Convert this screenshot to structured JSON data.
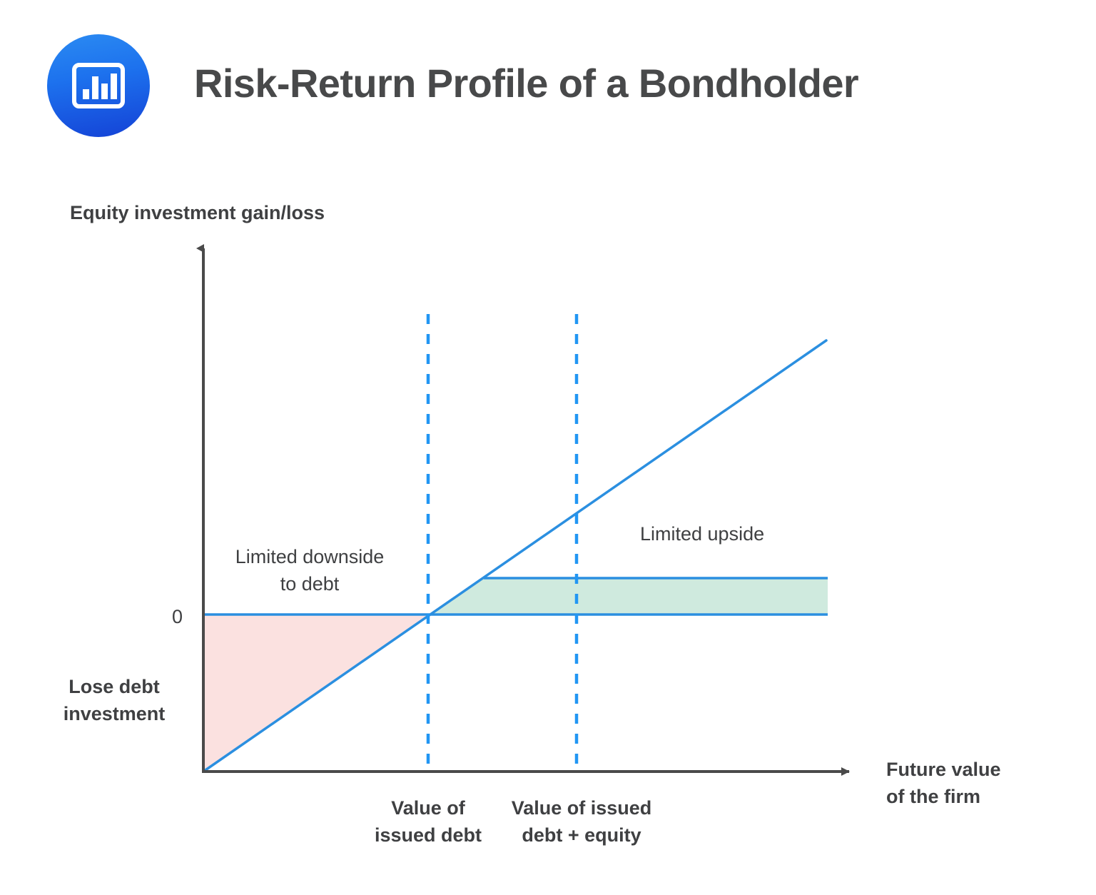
{
  "header": {
    "logo_icon": "bar-chart-icon",
    "title": "Risk-Return Profile of a Bondholder"
  },
  "colors": {
    "brand_blue_light": "#2b8bf2",
    "brand_blue_dark": "#1442d6",
    "line_blue": "#2b8fe0",
    "dashed_blue": "#2196f3",
    "axis_gray": "#4a4a4a",
    "text_gray": "#3f4042",
    "downside_fill": "#fbe1e0",
    "upside_fill": "#cfeade",
    "background": "#ffffff"
  },
  "chart_data": {
    "type": "line",
    "title": "Risk-Return Profile of a Bondholder",
    "xlabel": "Future value of the firm",
    "ylabel": "Equity investment gain/loss",
    "grid": false,
    "legend": null,
    "x_tick_labels": [
      "Value of issued debt",
      "Value of issued debt + equity"
    ],
    "y_tick_labels": [
      "0"
    ],
    "axis_arrows": {
      "x": "right",
      "y": "up"
    },
    "series": [
      {
        "name": "Bondholder payoff",
        "type": "line",
        "style": "solid",
        "color": "#2b8fe0",
        "points": [
          {
            "x": 0,
            "y": -1
          },
          {
            "x": 1,
            "y": 0
          },
          {
            "x": 1.42,
            "y": 0.2
          },
          {
            "x": 2,
            "y": 0.48
          },
          {
            "x": 3.0,
            "y": 0.98
          }
        ]
      },
      {
        "name": "Zero baseline",
        "type": "line",
        "style": "solid",
        "color": "#2b8fe0",
        "points": [
          {
            "x": 0,
            "y": 0
          },
          {
            "x": 2.96,
            "y": 0
          }
        ]
      },
      {
        "name": "Capped upside level",
        "type": "line",
        "style": "solid",
        "color": "#2b8fe0",
        "points": [
          {
            "x": 1.42,
            "y": 0.2
          },
          {
            "x": 2.96,
            "y": 0.2
          }
        ]
      }
    ],
    "reference_lines": [
      {
        "name": "Value of issued debt",
        "x": 1,
        "style": "dashed",
        "color": "#2196f3"
      },
      {
        "name": "Value of issued debt + equity",
        "x": 2,
        "style": "dashed",
        "color": "#2196f3"
      }
    ],
    "shaded_regions": [
      {
        "name": "Limited downside to debt",
        "color": "#fbe1e0",
        "description": "Loss region below zero, bounded by payoff line, from origin to value of issued debt"
      },
      {
        "name": "Limited upside",
        "color": "#cfeade",
        "description": "Gain region between zero line and capped upside level"
      }
    ],
    "annotations": [
      {
        "name": "downside-annotation",
        "text": "Limited downside\nto debt"
      },
      {
        "name": "upside-annotation",
        "text": "Limited upside"
      },
      {
        "name": "lose-debt-annotation",
        "text": "Lose debt\ninvestment"
      }
    ]
  },
  "labels": {
    "y_axis_title": "Equity investment gain/loss",
    "x_axis_title": "Future value\nof the firm",
    "zero": "0",
    "lose_debt": "Lose debt\ninvestment",
    "limited_downside": "Limited downside\nto debt",
    "limited_upside": "Limited upside",
    "tick_value_of_issued_debt": "Value of\nissued debt",
    "tick_value_of_issued_debt_equity": "Value of issued\ndebt + equity"
  }
}
